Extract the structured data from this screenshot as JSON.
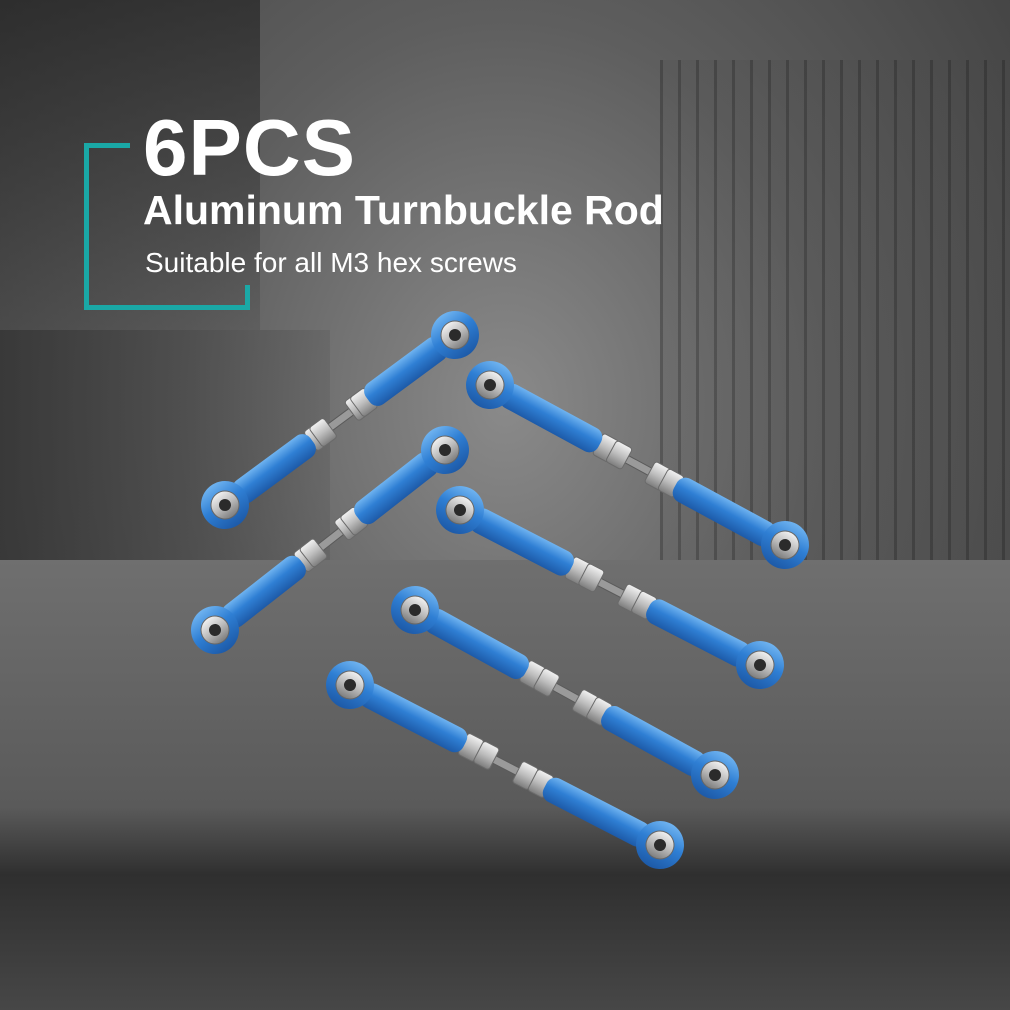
{
  "banner": {
    "headline": "6PCS",
    "product_name": "Aluminum Turnbuckle Rod",
    "compatibility": "Suitable for all M3 hex screws"
  },
  "colors": {
    "accent_teal": "#1aa8a6",
    "rod_blue": "#2f7fd4",
    "steel": "#c9c9c9",
    "text": "#ffffff"
  },
  "product": {
    "piece_count": 6,
    "items": [
      {
        "name": "turnbuckle-rod-1"
      },
      {
        "name": "turnbuckle-rod-2"
      },
      {
        "name": "turnbuckle-rod-3"
      },
      {
        "name": "turnbuckle-rod-4"
      },
      {
        "name": "turnbuckle-rod-5"
      },
      {
        "name": "turnbuckle-rod-6"
      }
    ]
  }
}
